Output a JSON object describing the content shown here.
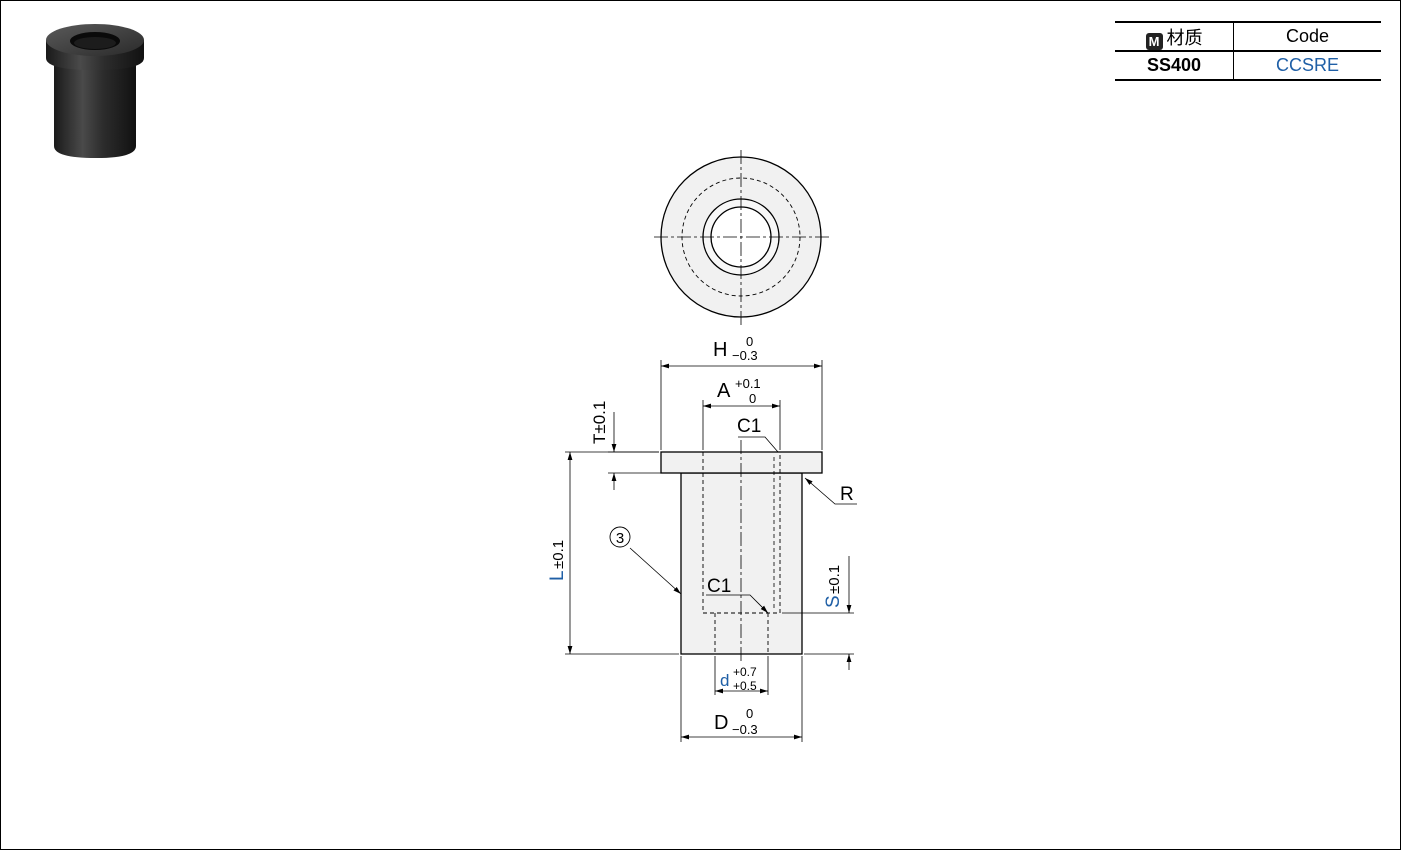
{
  "header": {
    "material_badge": "M",
    "material_heading": "材质",
    "code_heading": "Code",
    "material_value": "SS400",
    "code_value": "CCSRE"
  },
  "colors": {
    "accent_blue": "#1f5fa6",
    "part_fill": "#f1f1f1",
    "line": "#000000"
  },
  "drawing": {
    "dim_H": "H",
    "tol_H_upper": "0",
    "tol_H_lower": "−0.3",
    "dim_A": "A",
    "tol_A_upper": "+0.1",
    "tol_A_lower": "0",
    "chamfer_top": "C1",
    "chamfer_bottom": "C1",
    "dim_T": "T±0.1",
    "radius": "R",
    "callout_number": "3",
    "dim_L": "L",
    "tol_L": "±0.1",
    "dim_S": "S",
    "tol_S": "±0.1",
    "dim_d": "d",
    "tol_d_upper": "+0.7",
    "tol_d_lower": "+0.5",
    "dim_D": "D",
    "tol_D_upper": "0",
    "tol_D_lower": "−0.3"
  }
}
